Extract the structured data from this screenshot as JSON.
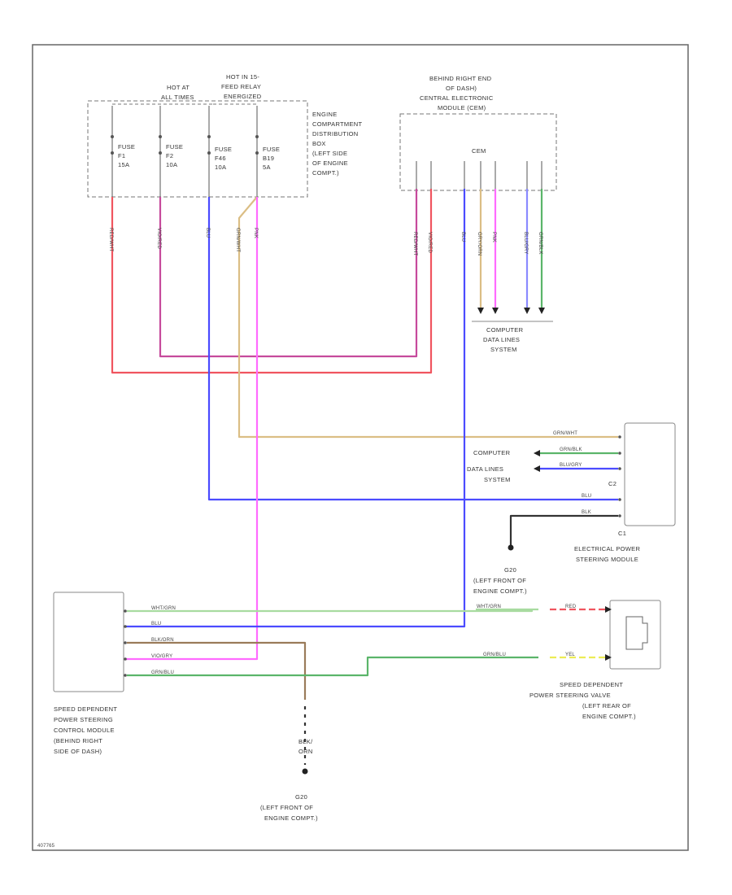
{
  "colors": {
    "red": "#f0555f",
    "violet_red": "#c64a9c",
    "blue": "#4b4bff",
    "tan": "#dbbe85",
    "pink": "#ff6bff",
    "light_green": "#a8dba0",
    "brown": "#9a7b5a",
    "green": "#5bb56a",
    "black": "#333333",
    "yellow": "#ecec55"
  },
  "labels": {
    "hot_at_all_times": [
      "HOT AT",
      "ALL TIMES"
    ],
    "hot_in_feed_relay": [
      "HOT IN 15-",
      "FEED RELAY",
      "ENERGIZED"
    ],
    "fuse_1": [
      "FUSE",
      "F1",
      "15A"
    ],
    "fuse_2": [
      "FUSE",
      "F2",
      "10A"
    ],
    "fuse_3": [
      "FUSE",
      "F46",
      "10A"
    ],
    "fuse_4": [
      "FUSE",
      "B19",
      "5A"
    ],
    "engine_box": [
      "ENGINE",
      "COMPARTMENT",
      "DISTRIBUTION",
      "BOX",
      "(LEFT SIDE",
      "OF ENGINE",
      "COMPT.)"
    ],
    "cem_location": [
      "BEHIND RIGHT END",
      "OF DASH)",
      "CENTRAL ELECTRONIC",
      "MODULE (CEM)"
    ],
    "cem": "CEM",
    "computer_data_1": [
      "COMPUTER",
      "DATA LINES",
      "SYSTEM"
    ],
    "computer_data_2": [
      "COMPUTER",
      "DATA LINES",
      "SYSTEM"
    ],
    "connector_c2": "C2",
    "connector_c1": "C1",
    "epsm": [
      "ELECTRICAL POWER",
      "STEERING MODULE"
    ],
    "ground_g20": [
      "G20",
      "(LEFT FRONT OF",
      "ENGINE COMPT.)"
    ],
    "sdps_module": [
      "SPEED DEPENDENT",
      "POWER STEERING",
      "CONTROL MODULE",
      "(BEHIND RIGHT",
      "SIDE OF DASH)"
    ],
    "sdps_valve": [
      "SPEED DEPENDENT",
      "POWER STEERING VALVE",
      "(LEFT REAR OF",
      "ENGINE COMPT.)"
    ],
    "ground_g20b": [
      "G20",
      "(LEFT FRONT OF",
      "ENGINE COMPT.)"
    ],
    "blk_orn": [
      "BLK/",
      "ORN"
    ],
    "footer_code": "407765"
  },
  "wire_labels": {
    "red": "RED/WHT",
    "violet": "VIO/RED",
    "blue": "BLU",
    "grn_wht": "GRN/WHT",
    "pnk": "PNK",
    "cem_1": "RED/WHT",
    "cem_2": "VIO/RED",
    "cem_3": "BLU",
    "cem_4": "GRY/ORN",
    "cem_5": "PNK",
    "cem_6": "BLU/GRY",
    "cem_7": "GRN/BLK",
    "c2_1": "GRN/WHT",
    "c2_2": "GRN/BLK",
    "c2_3": "BLU/GRY",
    "c2_4": "BLU",
    "c1_1": "BLK",
    "sdm_1": "WHT/GRN",
    "sdm_2": "BLU",
    "sdm_3": "BLK/ORN",
    "sdm_4": "VIO/GRY",
    "sdm_5": "GRN/BLU",
    "valve_1": "WHT/GRN",
    "valve_2": "RED",
    "valve_3": "GRN/BLU",
    "valve_4": "YEL",
    "c1a": "C1"
  }
}
